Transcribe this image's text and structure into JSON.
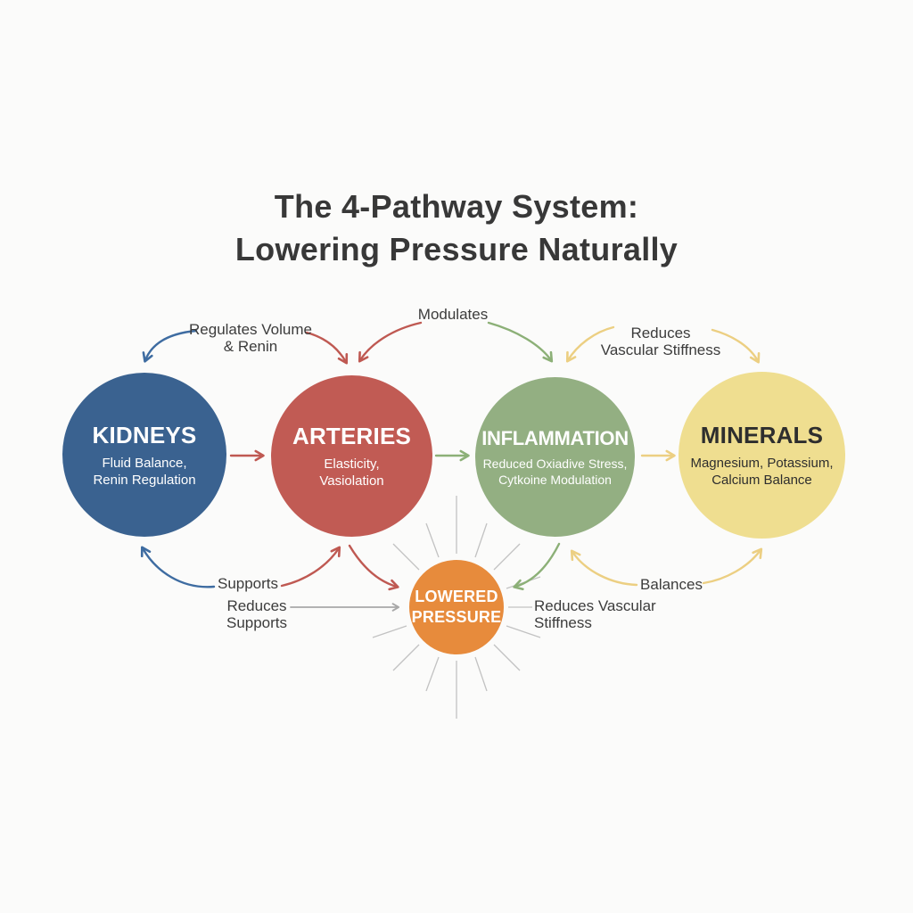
{
  "title": {
    "text": "The 4-Pathway System:\nLowering Pressure Naturally"
  },
  "nodes": {
    "kidneys": {
      "title": "KIDNEYS",
      "subtitle": "Fluid Balance,\nRenin Regulation",
      "color": "#3a6290"
    },
    "arteries": {
      "title": "ARTERIES",
      "subtitle": "Elasticity,\nVasiolation",
      "color": "#c15b54"
    },
    "inflammation": {
      "title": "INFLAMMATION",
      "subtitle": "Reduced Oxiadive Stress,\nCytkoine Modulation",
      "color": "#93af82"
    },
    "minerals": {
      "title": "MINERALS",
      "subtitle": "Magnesium, Potassium,\nCalcium Balance",
      "color": "#efde90"
    }
  },
  "center": {
    "title": "LOWERED\nPRESSURE",
    "color": "#e78b3c"
  },
  "edge_labels": {
    "regulates_volume_renin": "Regulates Volume\n& Renin",
    "modulates": "Modulates",
    "reduces_vascular_stiffness_top": "Reduces\nVascular Stiffness",
    "supports": "Supports",
    "reduces_supports": "Reduces\nSupports",
    "reduces_vascular_stiffness_bottom": "Reduces Vascular\nStiffness",
    "balances": "Balances"
  },
  "palette": {
    "arrow_blue": "#3e6ca1",
    "arrow_red": "#bf5952",
    "arrow_green": "#8cb077",
    "arrow_yellow": "#eccf82",
    "arrow_gray": "#a8a8a8",
    "ray_gray": "#c2c2c2",
    "background": "#fbfbfa",
    "title_text": "#383838"
  }
}
